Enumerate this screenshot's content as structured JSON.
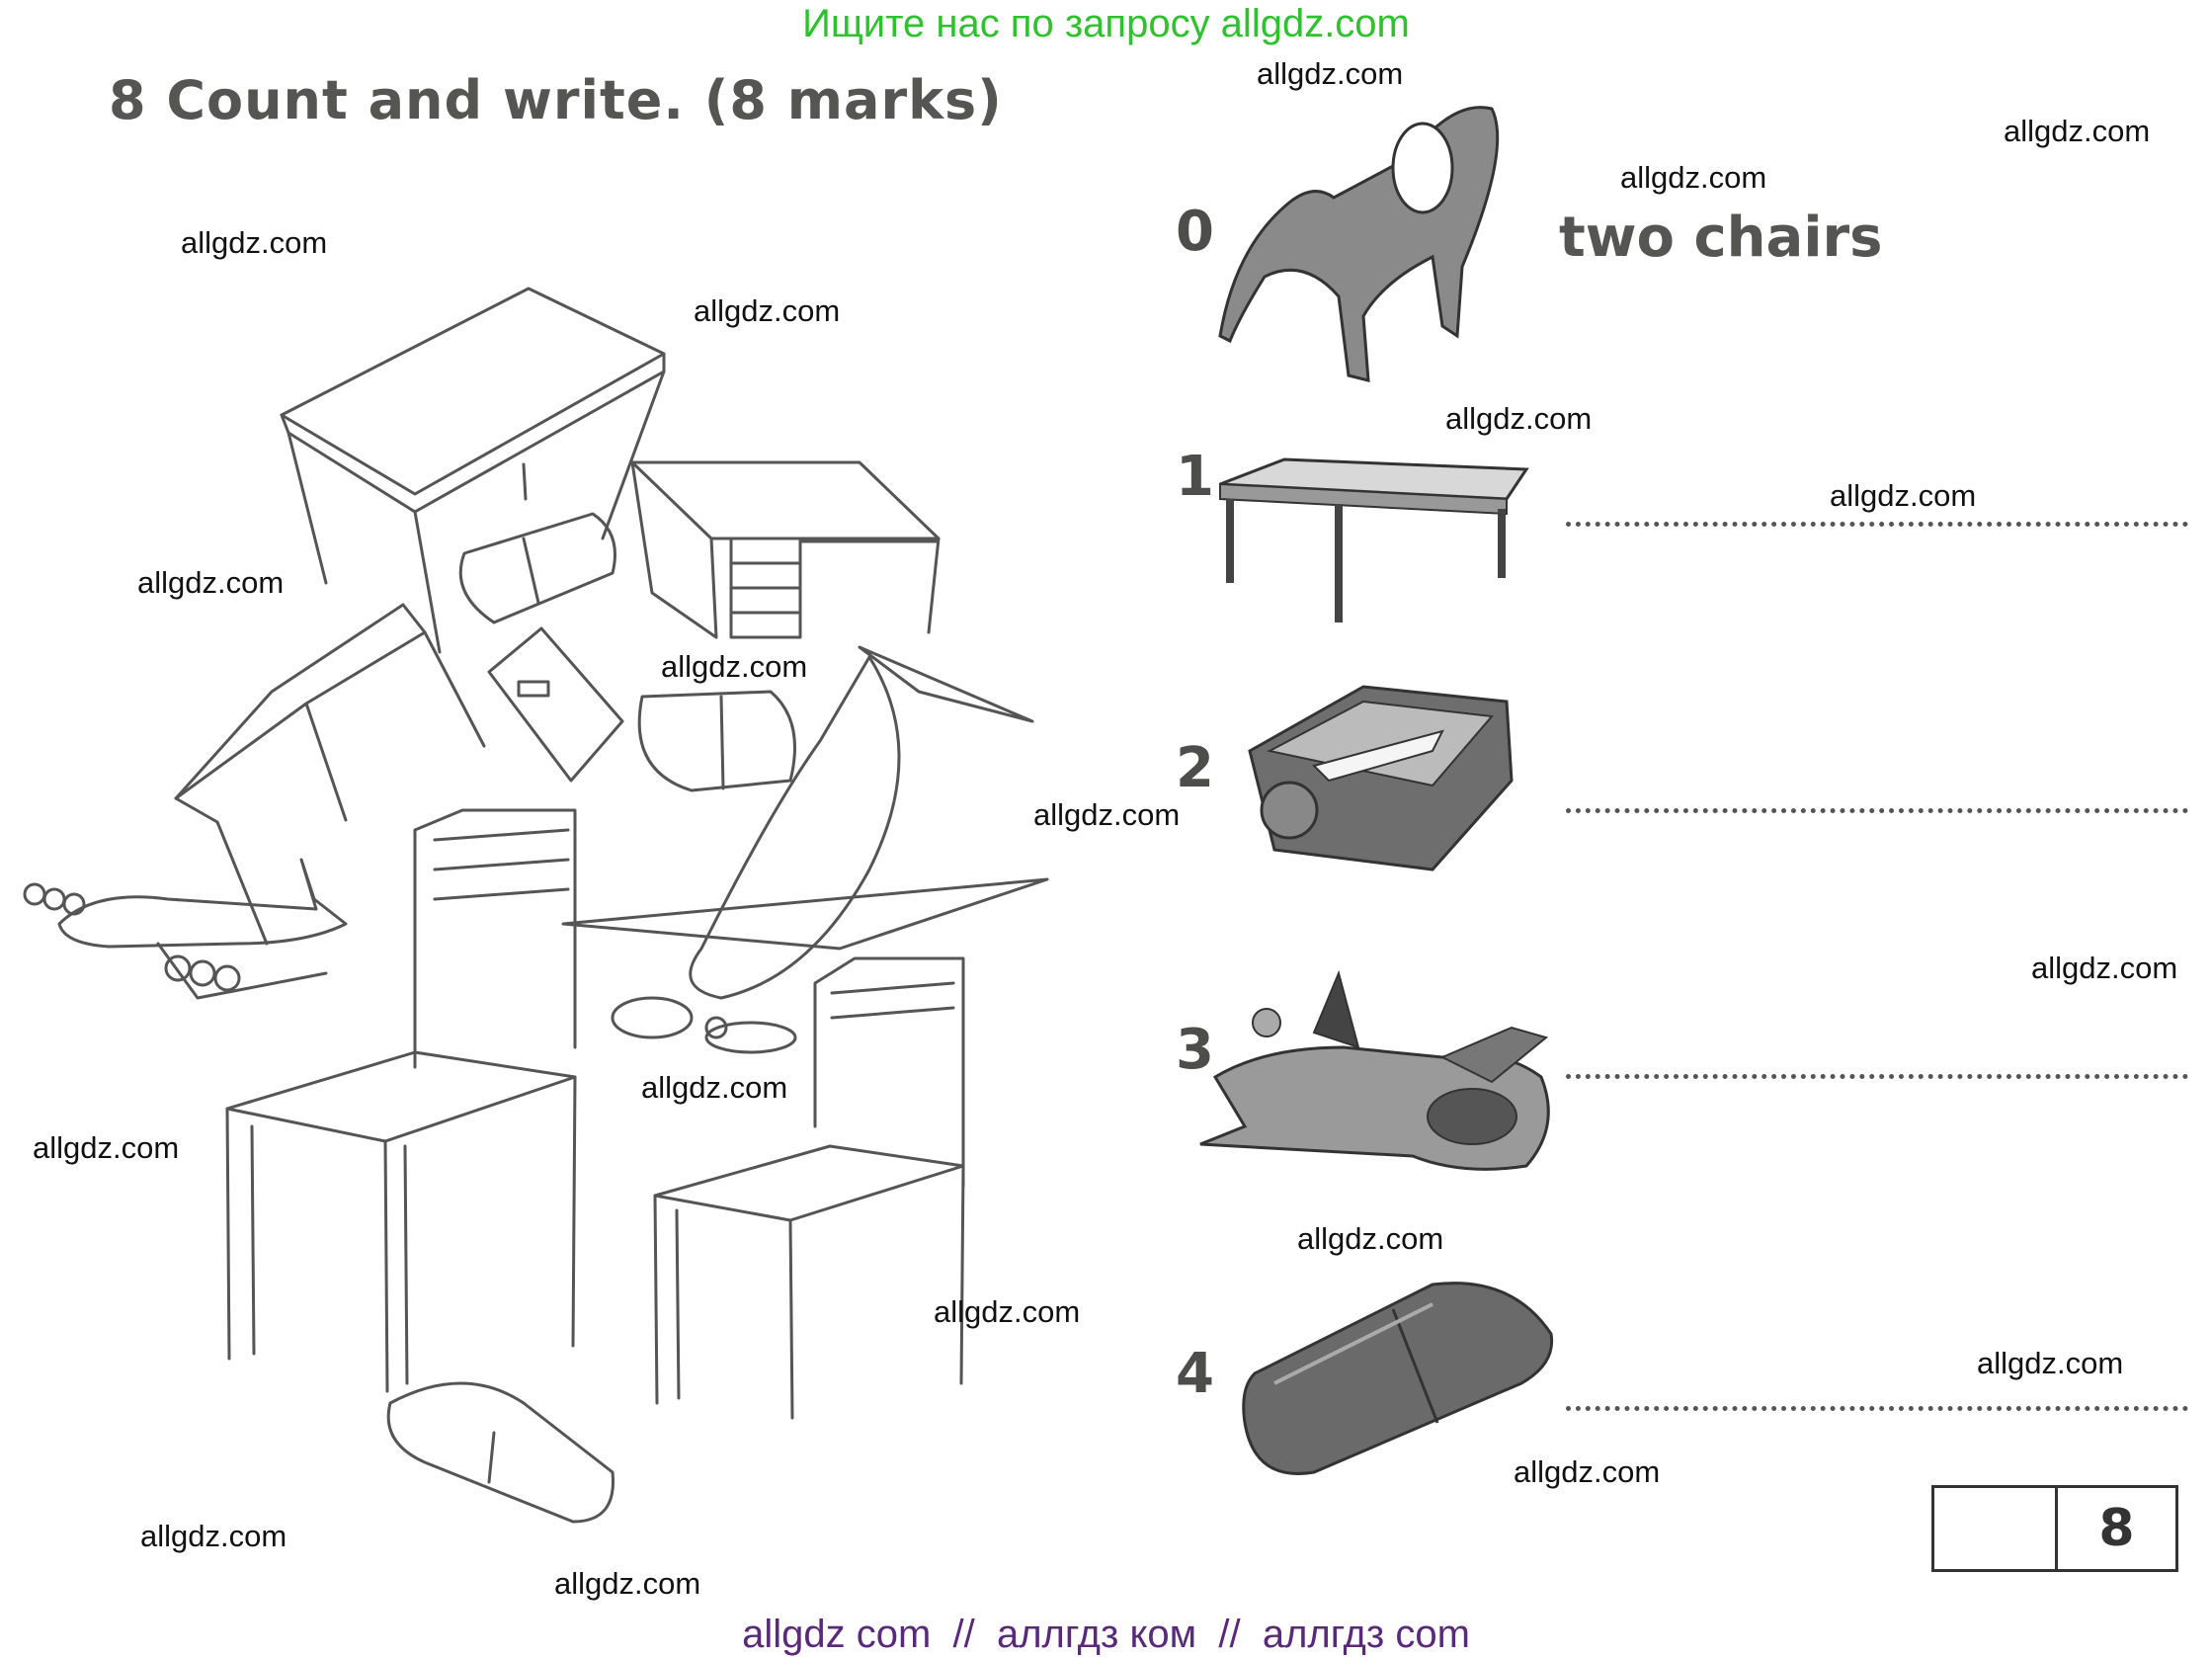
{
  "banner_top": "Ищите нас по запросу allgdz.com",
  "exercise": {
    "title": "8  Count and write. (8 marks)"
  },
  "items": [
    {
      "number": "0",
      "answer": "two chairs",
      "icon": "chair-icon"
    },
    {
      "number": "1",
      "answer": "",
      "icon": "table-icon"
    },
    {
      "number": "2",
      "answer": "",
      "icon": "pencil-sharpener-icon"
    },
    {
      "number": "3",
      "answer": "",
      "icon": "toy-plane-icon"
    },
    {
      "number": "4",
      "answer": "",
      "icon": "eraser-icon"
    }
  ],
  "score": {
    "max": "8"
  },
  "watermark": "allgdz.com",
  "banner_bottom": "allgdz com  //  аллгдз ком  //  аллгдз com"
}
